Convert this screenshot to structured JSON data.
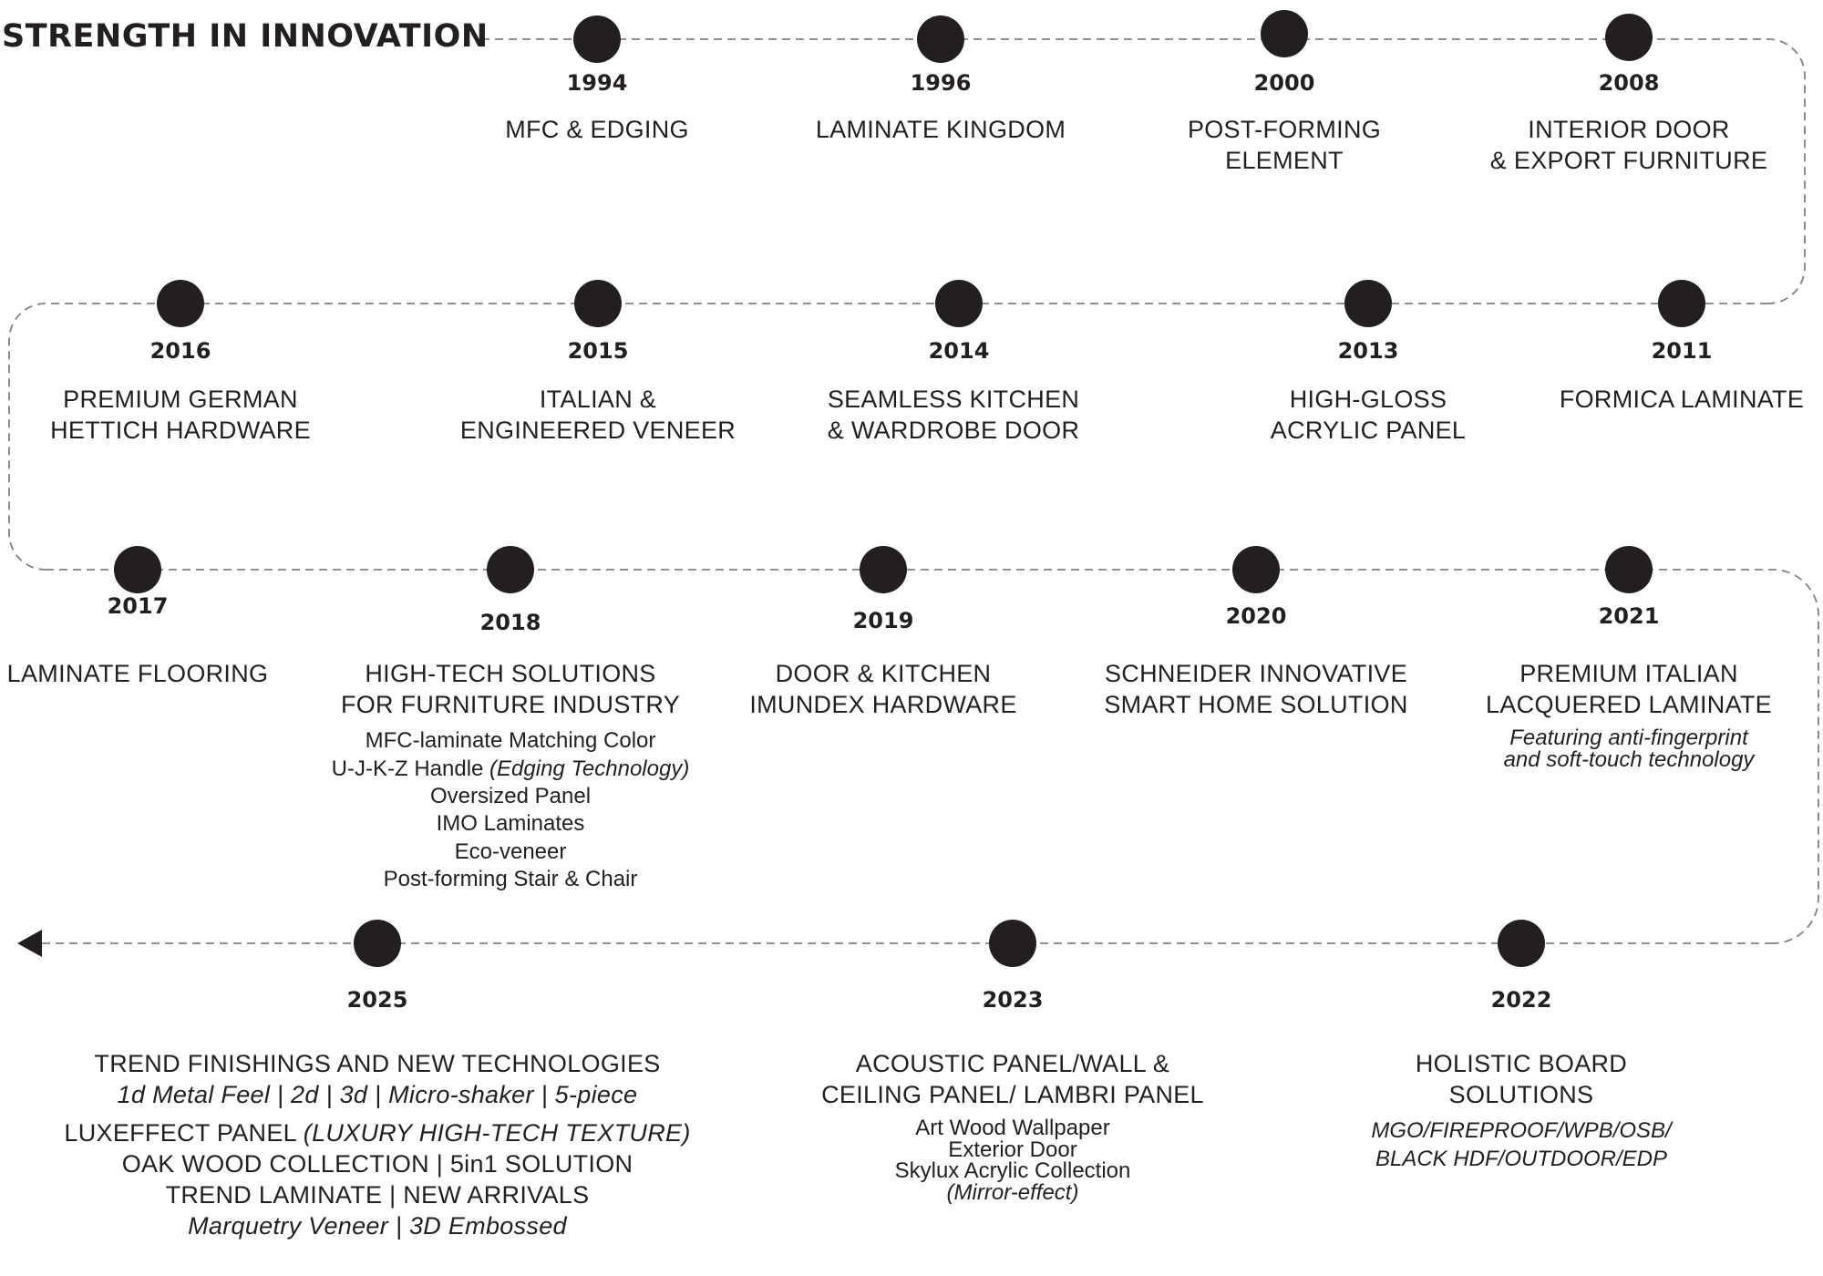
{
  "title": "STRENGTH IN INNOVATION",
  "colors": {
    "ink": "#231f20",
    "line": "#808080"
  },
  "milestones": [
    {
      "year": "1994",
      "lines": [
        "MFC & EDGING"
      ]
    },
    {
      "year": "1996",
      "lines": [
        "LAMINATE KINGDOM"
      ]
    },
    {
      "year": "2000",
      "lines": [
        "POST-FORMING",
        "ELEMENT"
      ]
    },
    {
      "year": "2008",
      "lines": [
        "INTERIOR DOOR",
        "& EXPORT FURNITURE"
      ]
    },
    {
      "year": "2011",
      "lines": [
        "FORMICA LAMINATE"
      ]
    },
    {
      "year": "2013",
      "lines": [
        "HIGH-GLOSS",
        "ACRYLIC PANEL"
      ]
    },
    {
      "year": "2014",
      "lines": [
        "SEAMLESS KITCHEN",
        "& WARDROBE DOOR"
      ]
    },
    {
      "year": "2015",
      "lines": [
        "ITALIAN &",
        "ENGINEERED VENEER"
      ]
    },
    {
      "year": "2016",
      "lines": [
        "PREMIUM GERMAN",
        "HETTICH HARDWARE"
      ]
    },
    {
      "year": "2017",
      "lines": [
        "LAMINATE FLOORING"
      ]
    },
    {
      "year": "2018",
      "lines": [
        "HIGH-TECH SOLUTIONS",
        "FOR FURNITURE INDUSTRY"
      ],
      "details": [
        "MFC-laminate Matching Color",
        "U-J-K-Z Handle",
        "(Edging Technology)",
        "Oversized Panel",
        "IMO Laminates",
        "Eco-veneer",
        "Post-forming Stair & Chair"
      ]
    },
    {
      "year": "2019",
      "lines": [
        "DOOR & KITCHEN",
        "IMUNDEX HARDWARE"
      ]
    },
    {
      "year": "2020",
      "lines": [
        "SCHNEIDER INNOVATIVE",
        "SMART HOME SOLUTION"
      ]
    },
    {
      "year": "2021",
      "lines": [
        "PREMIUM ITALIAN",
        "LACQUERED LAMINATE"
      ],
      "details": [
        "Featuring anti-fingerprint",
        "and soft-touch technology"
      ]
    },
    {
      "year": "2022",
      "lines": [
        "HOLISTIC BOARD",
        "SOLUTIONS"
      ],
      "details": [
        "MGO/FIREPROOF/WPB/OSB/",
        "BLACK HDF/OUTDOOR/EDP"
      ]
    },
    {
      "year": "2023",
      "lines": [
        "ACOUSTIC PANEL/WALL &",
        "CEILING PANEL/ LAMBRI PANEL"
      ],
      "details": [
        "Art Wood Wallpaper",
        "Exterior Door",
        "Skylux Acrylic Collection",
        "(Mirror-effect)"
      ]
    },
    {
      "year": "2025",
      "lines": [
        "TREND FINISHINGS AND NEW TECHNOLOGIES"
      ],
      "details": [
        "1d Metal Feel | 2d | 3d | Micro-shaker | 5-piece",
        "LUXEFFECT PANEL",
        "(LUXURY HIGH-TECH TEXTURE)",
        "OAK WOOD COLLECTION | 5in1 SOLUTION",
        "TREND LAMINATE | NEW ARRIVALS",
        "Marquetry Veneer | 3D Embossed"
      ]
    }
  ]
}
